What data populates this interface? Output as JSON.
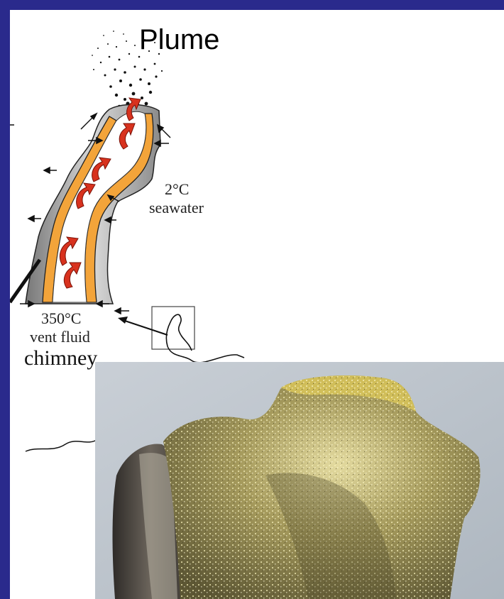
{
  "diagram": {
    "title": "Plume",
    "seawater_temp": "2°C",
    "seawater_label": "seawater",
    "vent_temp": "350°C",
    "vent_label": "vent fluid",
    "chimney_label": "chimney"
  },
  "colors": {
    "slide_border": "#2a2a8c",
    "mineral_layer": "#f3a43a",
    "chimney_wall": "#9a9a9a",
    "flow_arrow": "#d8321e"
  },
  "icons": [
    "inflow-arrow-icon",
    "outflow-arrow-icon",
    "fluid-flow-arrow-icon",
    "zoom-box-icon"
  ]
}
